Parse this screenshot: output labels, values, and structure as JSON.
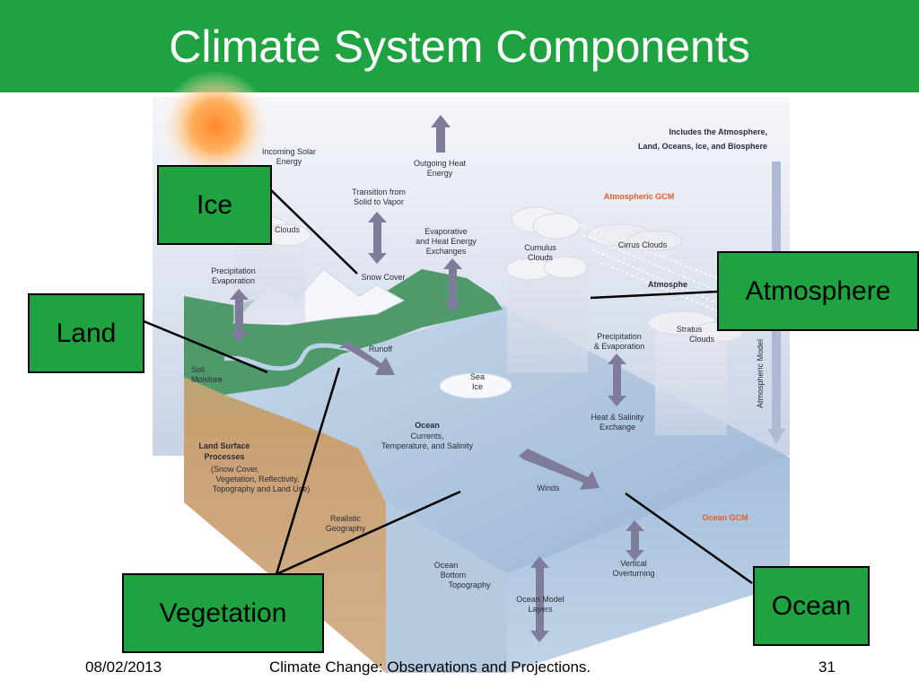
{
  "slide": {
    "title": "Climate System Components",
    "footer": {
      "date": "08/02/2013",
      "caption": "Climate Change: Observations and Projections.",
      "page_number": "31"
    }
  },
  "callouts": {
    "ice": "Ice",
    "land": "Land",
    "atmosphere": "Atmosphere",
    "vegetation": "Vegetation",
    "ocean": "Ocean"
  },
  "diagram": {
    "heading_line1": "Includes the Atmosphere,",
    "heading_line2": "Land, Oceans, Ice, and Biosphere",
    "atmospheric_gcm": "Atmospheric GCM",
    "ocean_gcm": "Ocean GCM",
    "atmosphere_partial": "Atmosphe",
    "atmospheric_model": "Atmospheric Model",
    "incoming_solar_1": "Incoming Solar",
    "incoming_solar_2": "Energy",
    "outgoing_heat_1": "Outgoing Heat",
    "outgoing_heat_2": "Energy",
    "transition_1": "Transition from",
    "transition_2": "Solid to Vapor",
    "evaporative_1": "Evaporative",
    "evaporative_2": "and Heat Energy",
    "evaporative_3": "Exchanges",
    "cumulus_1": "Cumulus",
    "cumulus_2": "Clouds",
    "cirrus": "Cirrus Clouds",
    "clouds": "Clouds",
    "precip_evap_left_1": "Precipitation",
    "precip_evap_left_2": "Evaporation",
    "snow_cover": "Snow Cover",
    "runoff": "Runoff",
    "soil_1": "Soil",
    "soil_2": "Moisture",
    "sea_ice_1": "Sea",
    "sea_ice_2": "Ice",
    "precip_evap_right_1": "Precipitation",
    "precip_evap_right_2": "& Evaporation",
    "stratus_1": "Stratus",
    "stratus_2": "Clouds",
    "heat_salinity_1": "Heat & Salinity",
    "heat_salinity_2": "Exchange",
    "ocean_title": "Ocean",
    "ocean_sub_1": "Currents,",
    "ocean_sub_2": "Temperature, and Salinity",
    "land_surface_1": "Land Surface",
    "land_surface_2": "Processes",
    "land_surface_3": "(Snow Cover,",
    "land_surface_4": "Vegetation, Reflectivity,",
    "land_surface_5": "Topography and Land Use)",
    "winds": "Winds",
    "realistic_1": "Realistic",
    "realistic_2": "Geography",
    "ocean_bottom_1": "Ocean",
    "ocean_bottom_2": "Bottom",
    "ocean_bottom_3": "Topography",
    "vertical_1": "Vertical",
    "vertical_2": "Overturning",
    "ocean_model_1": "Ocean Model",
    "ocean_model_2": "Layers"
  },
  "colors": {
    "header": "#1ea340",
    "callout_fill": "#1ea340",
    "ocean": "#a9c4de",
    "land": "#4f9a6c",
    "soil": "#c79a6e",
    "arrow": "#7f7b9b"
  }
}
